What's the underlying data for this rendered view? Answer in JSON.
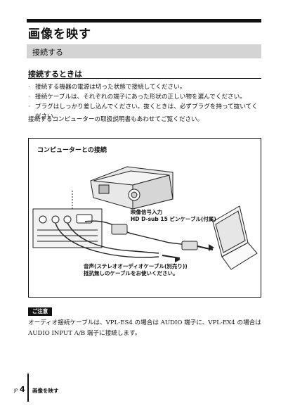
{
  "page": {
    "title": "画像を映す",
    "section": "接続する"
  },
  "connect_when": {
    "heading": "接続するときは",
    "bullets": [
      "接続する機器の電源は切った状態で接続してください。",
      "接続ケーブルは、それぞれの端子にあった形状の正しい物を選んでください。",
      "プラグはしっかり差し込んでください。抜くときは、必ずプラグを持って抜いてください。"
    ],
    "note": "接続するコンピューターの取扱説明書もあわせてご覧ください。"
  },
  "diagram": {
    "title": "コンピューターとの接続",
    "video_label_1": "映像信号入力",
    "video_label_2": "HD D-sub 15 ピンケーブル(付属)",
    "audio_label_1": "音声(ステレオオーディオケーブル(別売り))",
    "audio_label_2": "抵抗無しのケーブルをお使いください。"
  },
  "caution": {
    "badge": "ご注意",
    "text": "オーディオ接続ケーブルは、VPL-ES4 の場合は AUDIO 端子に、VPL-EX4 の場合は AUDIO INPUT A/B 端子に接続します。"
  },
  "footer": {
    "lang": "JP",
    "page_number": "4",
    "section": "画像を映す"
  }
}
